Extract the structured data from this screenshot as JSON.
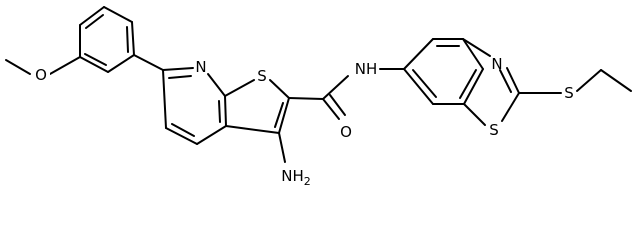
{
  "structure": {
    "atom_labels": {
      "methoxy_o": "O",
      "pyridine_n": "N",
      "thiophene_s": "S",
      "amide_nh": "NH",
      "carbonyl_o": "O",
      "amino_n": "NH",
      "amino_h_subscript": "2",
      "thiazole_n": "N",
      "thiazole_s": "S",
      "thioether_s": "S"
    },
    "colors": {
      "bond": "#000000",
      "label": "#000000",
      "background": "#ffffff"
    }
  }
}
